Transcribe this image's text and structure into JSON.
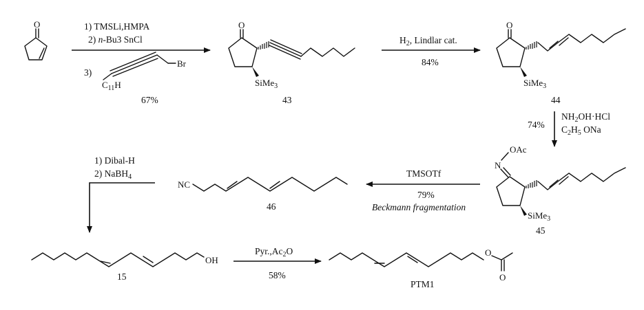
{
  "atoms": {
    "o": "O",
    "si": "SiMe",
    "si_sub": "3",
    "br": "Br",
    "c5h11_c": "C",
    "c5h11_h": "H",
    "c5h11_sub": "11",
    "n": "N",
    "oac": "OAc",
    "nc": "NC",
    "oh": "OH"
  },
  "compounds": {
    "c43": "43",
    "c44": "44",
    "c45": "45",
    "c46": "46",
    "c15": "15",
    "ptm1": "PTM1"
  },
  "steps": {
    "s1_line1": "1)  TMSLi,HMPA",
    "s1_line2_pre": "2) ",
    "s1_line2_it": "n",
    "s1_line2_post": "-Bu3 SnCl",
    "s1_line3": "3)",
    "s1_yield": "67%",
    "s2_main": "H",
    "s2_sub": "2",
    "s2_rest": ", Lindlar cat.",
    "s2_yield": "84%",
    "s3_line1": "NH2OH·HCl",
    "s3_line2_pre": "C",
    "s3_line2_sub1": "2",
    "s3_line2_mid": "H",
    "s3_line2_sub2": "5",
    "s3_line2_post": " ONa",
    "s3_yield": "74%",
    "s4_line1": "TMSOTf",
    "s4_yield": "79%",
    "s4_note": "Beckmann fragmentation",
    "s5_line1": "1) Dibal-H",
    "s5_line2_pre": "2) NaBH",
    "s5_line2_sub": "4",
    "s6_line1_pre": "Pyr.,Ac",
    "s6_line1_sub": "2",
    "s6_line1_post": "O",
    "s6_yield": "58%"
  }
}
